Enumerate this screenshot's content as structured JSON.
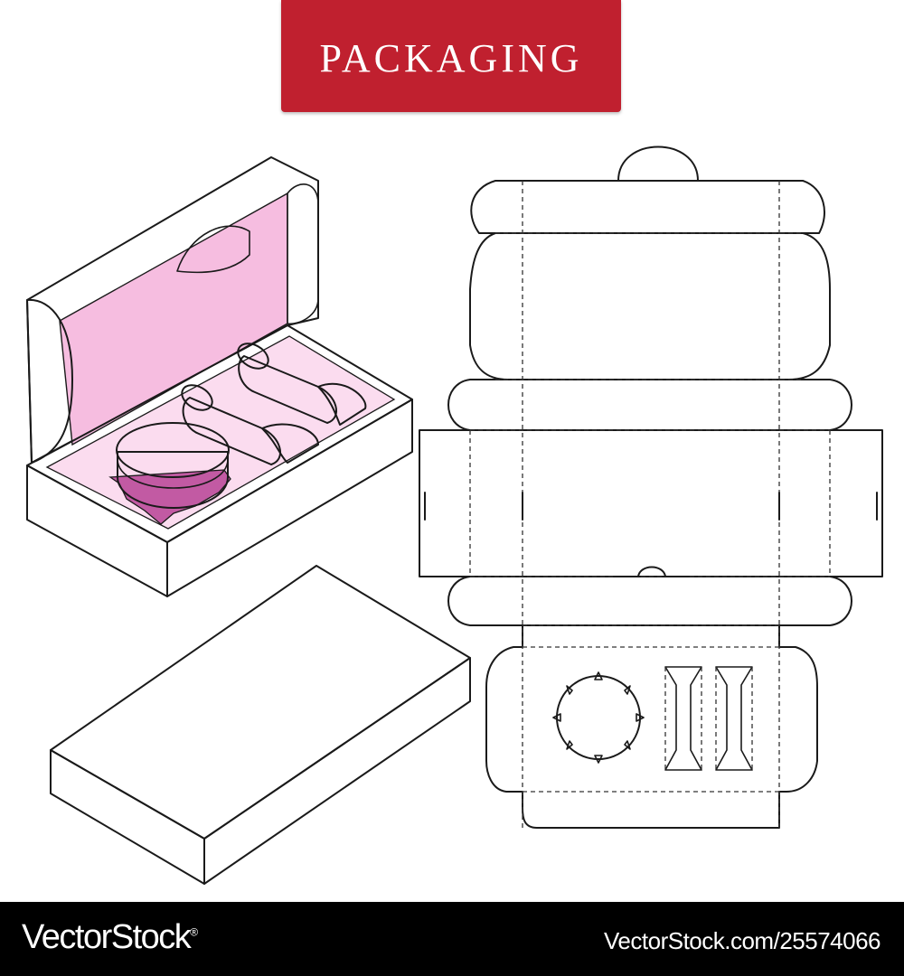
{
  "banner": {
    "title": "PACKAGING"
  },
  "footer": {
    "brand": "VectorStock",
    "brand_mark": "®",
    "image_id": "VectorStock.com/25574066"
  },
  "colors": {
    "banner": "#c0202f",
    "inner_pink": "#f6bde0",
    "floor_pink": "#fbdcef",
    "ring_magenta": "#c25aa3",
    "outline": "#1a1a1a",
    "footer": "#000000"
  },
  "illustrations": [
    {
      "id": "open-box",
      "contents": [
        "round-jar",
        "tube",
        "tube"
      ]
    },
    {
      "id": "closed-box"
    },
    {
      "id": "dieline"
    }
  ]
}
